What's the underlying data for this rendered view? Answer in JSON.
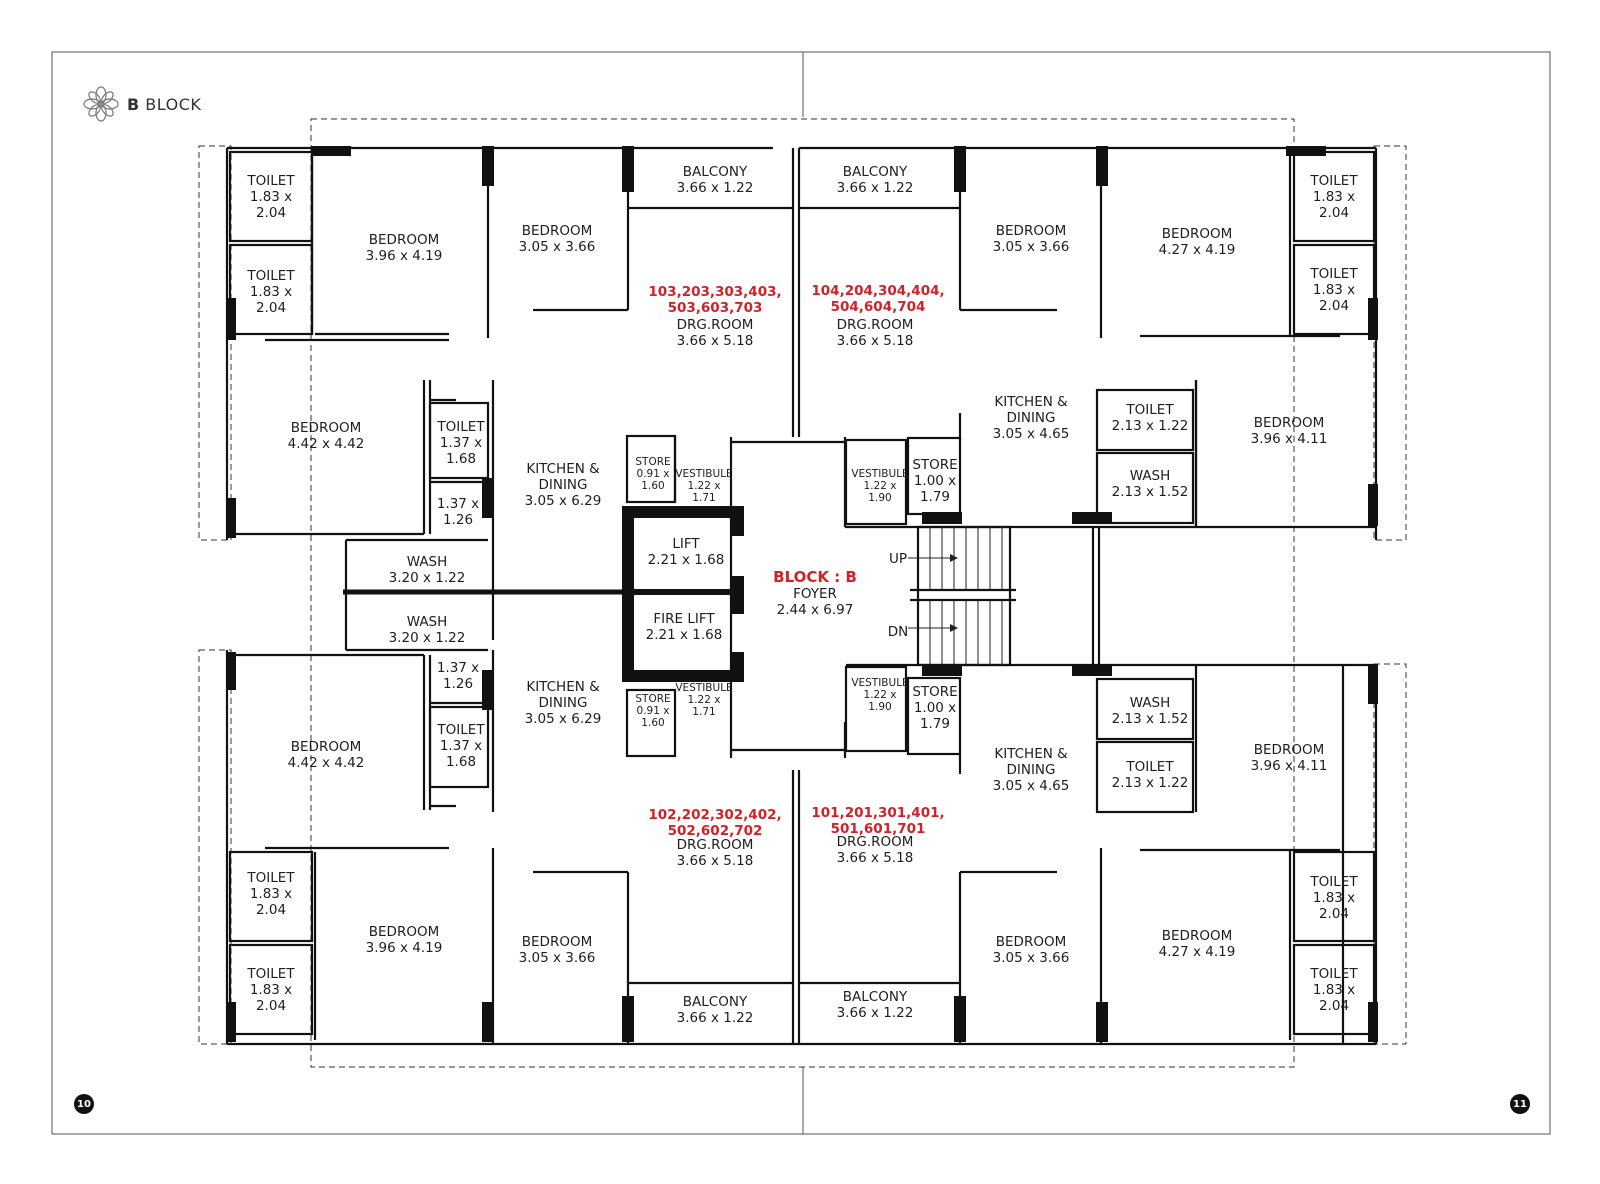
{
  "header": {
    "letter": "B",
    "word": "BLOCK",
    "logo_icon": "flower-logo-icon"
  },
  "page_numbers": {
    "left": "10",
    "right": "11"
  },
  "stair": {
    "up": "UP",
    "dn": "DN"
  },
  "block_label": "BLOCK : B",
  "rooms": [
    {
      "lines": [
        "TOILET",
        "1.83 x",
        "2.04"
      ]
    },
    {
      "lines": [
        "TOILET",
        "1.83 x",
        "2.04"
      ]
    },
    {
      "lines": [
        "BEDROOM",
        "3.96 x 4.19"
      ]
    },
    {
      "lines": [
        "BEDROOM",
        "3.05 x 3.66"
      ]
    },
    {
      "lines": [
        "BALCONY",
        "3.66 x 1.22"
      ]
    },
    {
      "lines": [
        "BALCONY",
        "3.66 x 1.22"
      ]
    },
    {
      "lines": [
        "BEDROOM",
        "3.05 x 3.66"
      ]
    },
    {
      "lines": [
        "BEDROOM",
        "4.27 x 4.19"
      ]
    },
    {
      "lines": [
        "TOILET",
        "1.83 x",
        "2.04"
      ]
    },
    {
      "lines": [
        "TOILET",
        "1.83 x",
        "2.04"
      ]
    },
    {
      "lines": [
        "DRG.ROOM",
        "3.66 x 5.18"
      ]
    },
    {
      "lines": [
        "DRG.ROOM",
        "3.66 x 5.18"
      ]
    },
    {
      "lines": [
        "BEDROOM",
        "4.42 x 4.42"
      ]
    },
    {
      "lines": [
        "TOILET",
        "1.37 x",
        "1.68"
      ]
    },
    {
      "lines": [
        "1.37 x",
        "1.26"
      ]
    },
    {
      "lines": [
        "KITCHEN &",
        "DINING",
        "3.05 x 6.29"
      ]
    },
    {
      "lines": [
        "STORE",
        "0.91 x",
        "1.60"
      ]
    },
    {
      "lines": [
        "VESTIBULE",
        "1.22 x",
        "1.71"
      ]
    },
    {
      "lines": [
        "VESTIBULE",
        "1.22 x",
        "1.90"
      ]
    },
    {
      "lines": [
        "STORE",
        "1.00 x",
        "1.79"
      ]
    },
    {
      "lines": [
        "KITCHEN &",
        "DINING",
        "3.05 x 4.65"
      ]
    },
    {
      "lines": [
        "TOILET",
        "2.13 x 1.22"
      ]
    },
    {
      "lines": [
        "WASH",
        "2.13 x 1.52"
      ]
    },
    {
      "lines": [
        "BEDROOM",
        "3.96 x 4.11"
      ]
    },
    {
      "lines": [
        "WASH",
        "3.20 x 1.22"
      ]
    },
    {
      "lines": [
        "WASH",
        "3.20 x 1.22"
      ]
    },
    {
      "lines": [
        "LIFT",
        "2.21 x 1.68"
      ]
    },
    {
      "lines": [
        "FIRE LIFT",
        "2.21 x 1.68"
      ]
    },
    {
      "lines": [
        "FOYER",
        "2.44 x 6.97"
      ]
    },
    {
      "lines": [
        "1.37 x",
        "1.26"
      ]
    },
    {
      "lines": [
        "BEDROOM",
        "4.42 x 4.42"
      ]
    },
    {
      "lines": [
        "TOILET",
        "1.37 x",
        "1.68"
      ]
    },
    {
      "lines": [
        "KITCHEN &",
        "DINING",
        "3.05 x 6.29"
      ]
    },
    {
      "lines": [
        "STORE",
        "0.91 x",
        "1.60"
      ]
    },
    {
      "lines": [
        "VESTIBULE",
        "1.22 x",
        "1.71"
      ]
    },
    {
      "lines": [
        "VESTIBULE",
        "1.22 x",
        "1.90"
      ]
    },
    {
      "lines": [
        "STORE",
        "1.00 x",
        "1.79"
      ]
    },
    {
      "lines": [
        "KITCHEN &",
        "DINING",
        "3.05 x 4.65"
      ]
    },
    {
      "lines": [
        "WASH",
        "2.13 x 1.52"
      ]
    },
    {
      "lines": [
        "TOILET",
        "2.13 x 1.22"
      ]
    },
    {
      "lines": [
        "BEDROOM",
        "3.96 x 4.11"
      ]
    },
    {
      "lines": [
        "DRG.ROOM",
        "3.66 x 5.18"
      ]
    },
    {
      "lines": [
        "DRG.ROOM",
        "3.66 x 5.18"
      ]
    },
    {
      "lines": [
        "TOILET",
        "1.83 x",
        "2.04"
      ]
    },
    {
      "lines": [
        "TOILET",
        "1.83 x",
        "2.04"
      ]
    },
    {
      "lines": [
        "BEDROOM",
        "3.96 x 4.19"
      ]
    },
    {
      "lines": [
        "BEDROOM",
        "3.05 x 3.66"
      ]
    },
    {
      "lines": [
        "BALCONY",
        "3.66 x 1.22"
      ]
    },
    {
      "lines": [
        "BALCONY",
        "3.66 x 1.22"
      ]
    },
    {
      "lines": [
        "BEDROOM",
        "3.05 x 3.66"
      ]
    },
    {
      "lines": [
        "BEDROOM",
        "4.27 x 4.19"
      ]
    },
    {
      "lines": [
        "TOILET",
        "1.83 x",
        "2.04"
      ]
    },
    {
      "lines": [
        "TOILET",
        "1.83 x",
        "2.04"
      ]
    }
  ],
  "units": [
    {
      "lines": [
        "103,203,303,403,",
        "503,603,703"
      ]
    },
    {
      "lines": [
        "104,204,304,404,",
        "504,604,704"
      ]
    },
    {
      "lines": [
        "102,202,302,402,",
        "502,602,702"
      ]
    },
    {
      "lines": [
        "101,201,301,401,",
        "501,601,701"
      ]
    }
  ],
  "colors": {
    "accent_red": "#d42027",
    "wall": "#111111"
  }
}
